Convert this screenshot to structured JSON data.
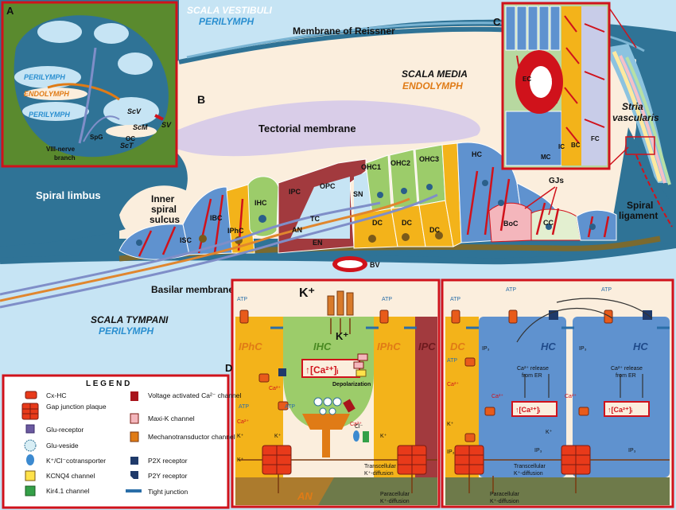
{
  "panel_letters": {
    "a": "A",
    "b": "B",
    "c": "C",
    "d": "D"
  },
  "compartments": {
    "scala_vestibuli": "SCALA VESTIBULI",
    "perilymph_top": "PERILYMPH",
    "scala_media": "SCALA MEDIA",
    "endolymph": "ENDOLYMPH",
    "scala_tympani": "SCALA TYMPANI",
    "perilymph_bottom": "PERILYMPH"
  },
  "structures": {
    "reissner": "Membrane of Reissner",
    "tectorial": "Tectorial membrane",
    "spiral_limbus": "Spiral limbus",
    "inner_spiral_sulcus_1": "Inner",
    "inner_spiral_sulcus_2": "spiral",
    "inner_spiral_sulcus_3": "sulcus",
    "basilar": "Basilar membrane",
    "stria_1": "Stria",
    "stria_2": "vascularis",
    "spiral_ligament_1": "Spiral",
    "spiral_ligament_2": "ligament",
    "gjs": "GJs",
    "bv": "BV"
  },
  "cells": {
    "isc": "ISC",
    "ibc": "IBC",
    "iphc": "IPhC",
    "ihc": "IHC",
    "ipc": "IPC",
    "opc": "OPC",
    "tc": "TC",
    "an": "AN",
    "en": "EN",
    "sn": "SN",
    "ohc1": "OHC1",
    "ohc2": "OHC2",
    "ohc3": "OHC3",
    "dc1": "DC",
    "dc2": "DC",
    "dc3": "DC",
    "hc": "HC",
    "boc": "BoC",
    "cc": "CC"
  },
  "panel_a": {
    "perilymph_1": "PERILYMPH",
    "endolymph": "ENDOLYMPH",
    "perilymph_2": "PERILYMPH",
    "scv": "ScV",
    "scm": "ScM",
    "sct": "ScT",
    "sv": "SV",
    "spg": "SpG",
    "oc": "OC",
    "nerve_1": "VIII-nerve",
    "nerve_2": "branch"
  },
  "panel_c": {
    "ec": "EC",
    "bc": "BC",
    "ic": "IC",
    "mc": "MC",
    "fc": "FC"
  },
  "panel_d": {
    "k_top": "K⁺",
    "k_in": "K⁺",
    "iphc_left": "IPhC",
    "ihc": "IHC",
    "iphc_right": "IPhC",
    "ipc": "IPC",
    "dc": "DC",
    "hc1": "HC",
    "hc2": "HC",
    "ca_big": "↑[Ca²⁺]ᵢ",
    "ca_hc1": "↑[Ca²⁺]ᵢ",
    "ca_hc2": "↑[Ca²⁺]ᵢ",
    "depolarization": "Depolarization",
    "atp": "ATP",
    "ca_small": "Ca²⁺",
    "k_small": "K⁺",
    "cl_small": "Cl⁻",
    "ip3": "IP₃",
    "release_1": "Ca²⁺ release",
    "release_2": "from ER",
    "transcellular_1": "Transcellular",
    "transcellular_2": "K⁺-diffusion",
    "paracellular_1": "Paracellular",
    "paracellular_2": "K⁺-diffusion",
    "an": "AN"
  },
  "legend": {
    "title": "L E G E N D",
    "left": [
      {
        "icon": "cx-hc-icon",
        "label": "Cx-HC"
      },
      {
        "icon": "gap-junction-plaque-icon",
        "label": "Gap junction plaque"
      },
      {
        "icon": "glu-receptor-icon",
        "label": "Glu-receptor"
      },
      {
        "icon": "glu-vesicle-icon",
        "label": "Glu-veside"
      },
      {
        "icon": "cotransporter-icon",
        "label": "K⁺/Cl⁻cotransporter"
      },
      {
        "icon": "kcnq4-channel-icon",
        "label": "KCNQ4 channel"
      },
      {
        "icon": "kir41-channel-icon",
        "label": "Kir4.1 channel"
      }
    ],
    "right": [
      {
        "icon": "voltage-ca-channel-icon",
        "label": "Voltage activated Ca²⁻ channel"
      },
      {
        "icon": "maxi-k-channel-icon",
        "label": "Maxi-K channel"
      },
      {
        "icon": "mechanotransductor-channel-icon",
        "label": "Mechanotransductor channel"
      },
      {
        "icon": "p2x-receptor-icon",
        "label": "P2X receptor"
      },
      {
        "icon": "p2y-receptor-icon",
        "label": "P2Y receptor"
      },
      {
        "icon": "tight-junction-icon",
        "label": "Tight junction"
      }
    ]
  },
  "colors": {
    "frame_red": "#d0121b",
    "perilymph_blue": "#c6e4f4",
    "endolymph_cream": "#fbeedd",
    "tissue_teal": "#3e82a0",
    "ihc_green": "#9ccc6a",
    "support_yellow": "#f3b31a",
    "hensen_blue": "#5f92cf",
    "pillar_maroon": "#a23a3e",
    "limbus_blue": "#2f7396"
  }
}
